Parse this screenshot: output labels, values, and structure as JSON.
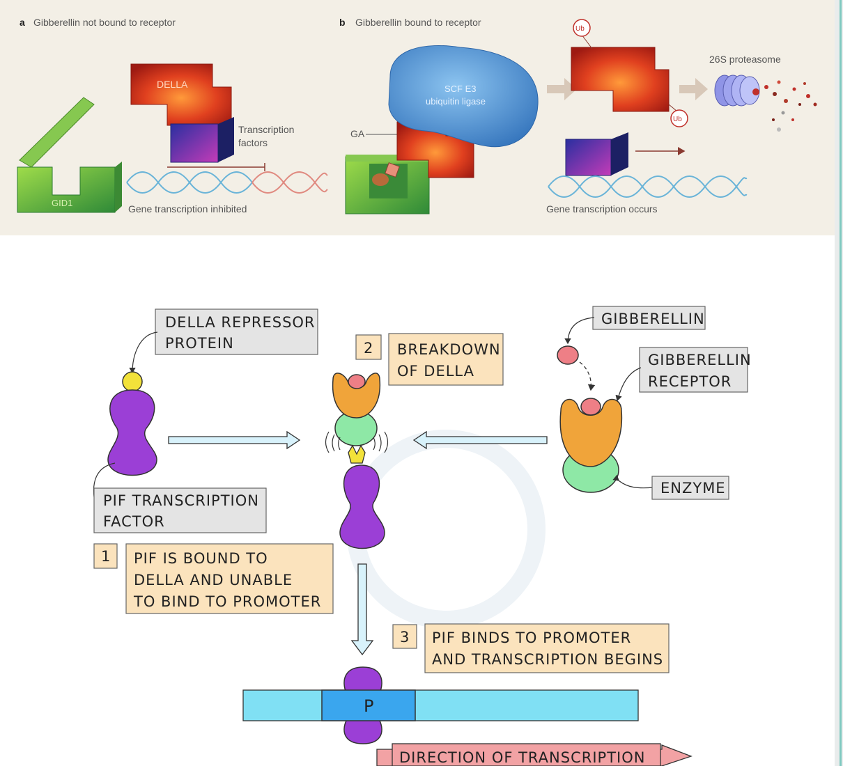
{
  "panel_a": {
    "letter": "a",
    "title": "Gibberellin not bound to receptor",
    "della": "DELLA",
    "tf_line1": "Transcription",
    "tf_line2": "factors",
    "gid1": "GID1",
    "inhibited": "Gene transcription inhibited"
  },
  "panel_b": {
    "letter": "b",
    "title": "Gibberellin bound to receptor",
    "scf_line1": "SCF E3",
    "scf_line2": "ubiquitin ligase",
    "ga": "GA",
    "ub": "Ub",
    "proteasome": "26S proteasome",
    "occurs": "Gene transcription occurs"
  },
  "labels": {
    "della_line1": "DELLA REPRESSOR",
    "della_line2": "PROTEIN",
    "pif_line1": "PIF TRANSCRIPTION",
    "pif_line2": "FACTOR",
    "gibberellin": "GIBBERELLIN",
    "receptor_line1": "GIBBERELLIN",
    "receptor_line2": "RECEPTOR",
    "enzyme": "ENZYME",
    "promoter": "P",
    "direction": "DIRECTION OF TRANSCRIPTION"
  },
  "steps": [
    {
      "num": "1",
      "line1": "PIF IS BOUND TO",
      "line2": "DELLA AND UNABLE",
      "line3": "TO BIND TO PROMOTER"
    },
    {
      "num": "2",
      "line1": "BREAKDOWN",
      "line2": "OF DELLA"
    },
    {
      "num": "3",
      "line1": "PIF BINDS TO PROMOTER",
      "line2": "AND TRANSCRIPTION BEGINS"
    }
  ],
  "colors": {
    "della_red": "#c8281a",
    "tf_blue": "#3a3fa8",
    "gid1_green": "#4caa3a",
    "scf_blue": "#4a8fd0",
    "pif_purple": "#9b3fd6",
    "della_yellow": "#f2e23a",
    "receptor_orange": "#f0a43a",
    "gibberellin_pink": "#ee7f86",
    "enzyme_green": "#8ee8a6",
    "label_grey": "#e4e4e4",
    "step_tan": "#fbe3bd",
    "dna_cyan": "#80e0f4",
    "promoter_blue": "#3aa6ee",
    "arrow_pink": "#f2a2a4"
  }
}
